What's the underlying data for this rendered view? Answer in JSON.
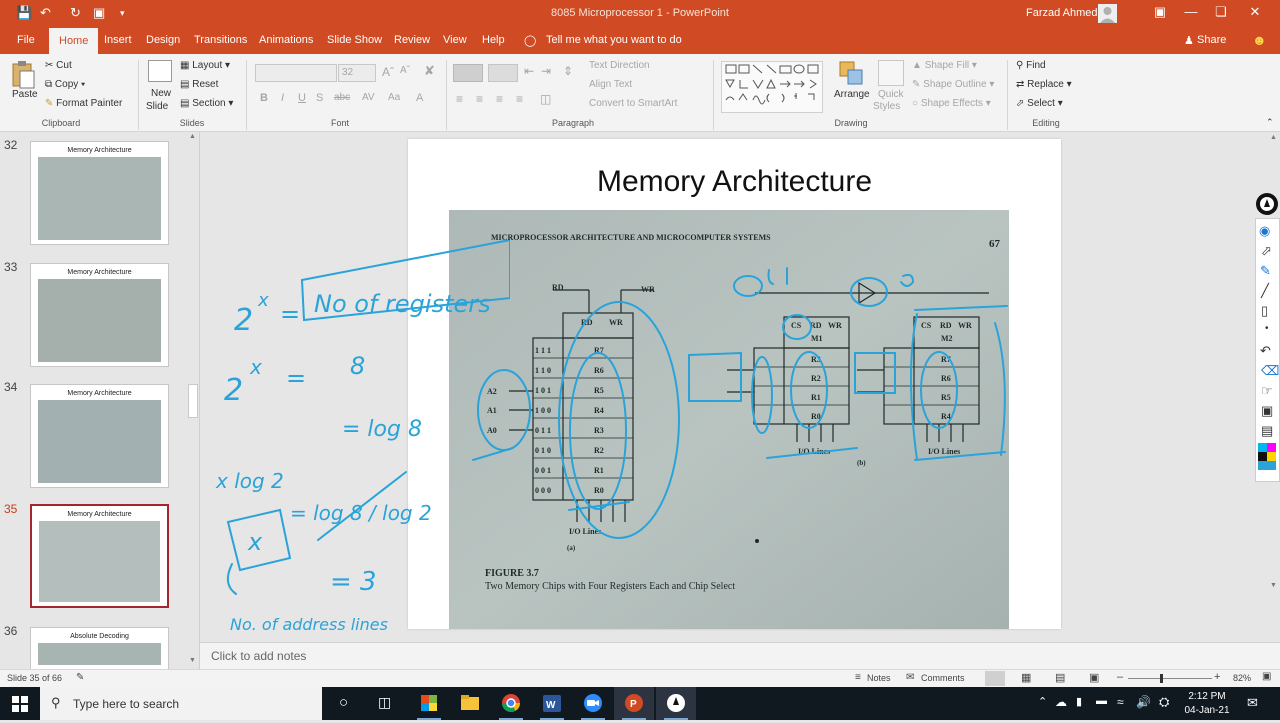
{
  "titlebar": {
    "doc_title": "8085 Microprocessor 1  -  PowerPoint",
    "user": "Farzad Ahmed"
  },
  "tabs": [
    "File",
    "Home",
    "Insert",
    "Design",
    "Transitions",
    "Animations",
    "Slide Show",
    "Review",
    "View",
    "Help"
  ],
  "tell_me": "Tell me what you want to do",
  "share": "Share",
  "ribbon": {
    "clipboard": {
      "paste": "Paste",
      "cut": "Cut",
      "copy": "Copy",
      "format_painter": "Format Painter",
      "label": "Clipboard"
    },
    "slides": {
      "new_slide_1": "New",
      "new_slide_2": "Slide",
      "layout": "Layout",
      "reset": "Reset",
      "section": "Section",
      "label": "Slides"
    },
    "font": {
      "size": "32",
      "label": "Font"
    },
    "paragraph": {
      "text_direction": "Text Direction",
      "align_text": "Align Text",
      "smartart": "Convert to SmartArt",
      "label": "Paragraph"
    },
    "drawing": {
      "arrange": "Arrange",
      "quick_styles_1": "Quick",
      "quick_styles_2": "Styles",
      "shape_fill": "Shape Fill",
      "shape_outline": "Shape Outline",
      "shape_effects": "Shape Effects",
      "label": "Drawing"
    },
    "editing": {
      "find": "Find",
      "replace": "Replace",
      "select": "Select",
      "label": "Editing"
    }
  },
  "thumbnails": [
    {
      "num": "32",
      "title": "Memory Architecture",
      "selected": false
    },
    {
      "num": "33",
      "title": "Memory Architecture",
      "selected": false
    },
    {
      "num": "34",
      "title": "Memory Architecture",
      "selected": false
    },
    {
      "num": "35",
      "title": "Memory Architecture",
      "selected": true
    },
    {
      "num": "36",
      "title": "Absolute Decoding",
      "selected": false
    }
  ],
  "slide": {
    "title": "Memory Architecture",
    "photo": {
      "header": "MICROPROCESSOR ARCHITECTURE AND MICROCOMPUTER SYSTEMS",
      "page": "67",
      "figure": "FIGURE 3.7",
      "caption": "Two Memory Chips with Four Registers Each and Chip Select",
      "io_lines": "I/O Lines",
      "label_a": "(a)",
      "label_b": "(b)",
      "rd": "RD",
      "wr": "WR",
      "cs": "CS",
      "m1": "M1",
      "m2": "M2",
      "regs_a": [
        "R7",
        "R6",
        "R5",
        "R4",
        "R3",
        "R2",
        "R1",
        "R0"
      ],
      "bits_a": [
        "1 1 1",
        "1 1 0",
        "1 0 1",
        "1 0 0",
        "0 1 1",
        "0 1 0",
        "0 0 1",
        "0 0 0"
      ],
      "addr_a": [
        "A2",
        "A1",
        "A0"
      ],
      "regs_m1": [
        "R3",
        "R2",
        "R1",
        "R0"
      ],
      "regs_m2": [
        "R7",
        "R6",
        "R5",
        "R4"
      ]
    },
    "ink": {
      "line1": "2",
      "line1_exp": "x",
      "line1_eq": "=",
      "box": "No of registers",
      "line2": "2",
      "line2_exp": "x",
      "line2_eq": "=",
      "line2_val": "8",
      "log1": "= log 8",
      "line3": "x  log 2",
      "frac": "= log 8 / log 2",
      "xbox": "x",
      "eq3": "= 3",
      "note": "No. of address lines"
    }
  },
  "notes_placeholder": "Click to add notes",
  "status": {
    "slide_info": "Slide 35 of 66",
    "notes": "Notes",
    "comments": "Comments",
    "zoom": "82%"
  },
  "taskbar": {
    "search": "Type here to search",
    "time": "2:12 PM",
    "date": "04-Jan-21"
  },
  "colors": {
    "accent": "#d04a23",
    "ink": "#2aa3d9",
    "selection": "#a4262c"
  }
}
